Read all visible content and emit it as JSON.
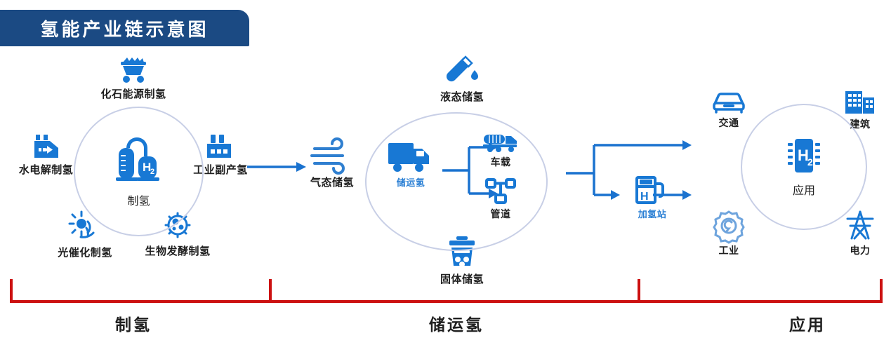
{
  "title": {
    "text": "氢能产业链示意图",
    "banner_color": "#1b4a83",
    "text_color": "#ffffff"
  },
  "colors": {
    "icon_blue": "#1878d4",
    "icon_blue_light": "#4e9ae0",
    "hub_ring": "#c8cfe6",
    "arrow_blue": "#1a72cf",
    "bracket_red": "#cc1111",
    "label_dark": "#1f1f1f",
    "label_blue": "#2a7fd4"
  },
  "sections": [
    {
      "id": "production",
      "hub": {
        "label": "制氢",
        "icon": "hydrogen-tank-icon"
      },
      "nodes": [
        {
          "label": "化石能源制氢",
          "icon": "coal-cart-icon",
          "position": "top"
        },
        {
          "label": "水电解制氢",
          "icon": "electrolysis-plant-icon",
          "position": "left"
        },
        {
          "label": "工业副产氢",
          "icon": "factory-icon",
          "position": "right"
        },
        {
          "label": "光催化制氢",
          "icon": "sun-photocatalysis-icon",
          "position": "bottom-left"
        },
        {
          "label": "生物发酵制氢",
          "icon": "microbe-icon",
          "position": "bottom-right"
        }
      ]
    },
    {
      "id": "storage-transport",
      "hub": {
        "label": "储运氢",
        "icon": "truck-icon"
      },
      "nodes": [
        {
          "label": "液态储氢",
          "icon": "liquid-bottle-icon",
          "position": "top"
        },
        {
          "label": "气态储氢",
          "icon": "wind-gas-icon",
          "position": "left"
        },
        {
          "label": "固体储氢",
          "icon": "solid-container-icon",
          "position": "bottom"
        }
      ],
      "branches": [
        {
          "label": "车载",
          "icon": "tanker-truck-icon"
        },
        {
          "label": "管道",
          "icon": "pipeline-icon"
        }
      ]
    },
    {
      "id": "application",
      "station": {
        "label": "加氢站",
        "icon": "hydrogen-fuel-pump-icon"
      },
      "hub": {
        "label": "应用",
        "icon": "h2-chip-icon"
      },
      "nodes": [
        {
          "label": "交通",
          "icon": "car-icon",
          "position": "top-left"
        },
        {
          "label": "建筑",
          "icon": "buildings-icon",
          "position": "top-right"
        },
        {
          "label": "工业",
          "icon": "gear-wrench-icon",
          "position": "bottom-left"
        },
        {
          "label": "电力",
          "icon": "power-pylon-icon",
          "position": "bottom-right"
        }
      ]
    }
  ],
  "bracket": {
    "segments": [
      {
        "label": "制氢"
      },
      {
        "label": "储运氢"
      },
      {
        "label": "应用"
      }
    ]
  }
}
